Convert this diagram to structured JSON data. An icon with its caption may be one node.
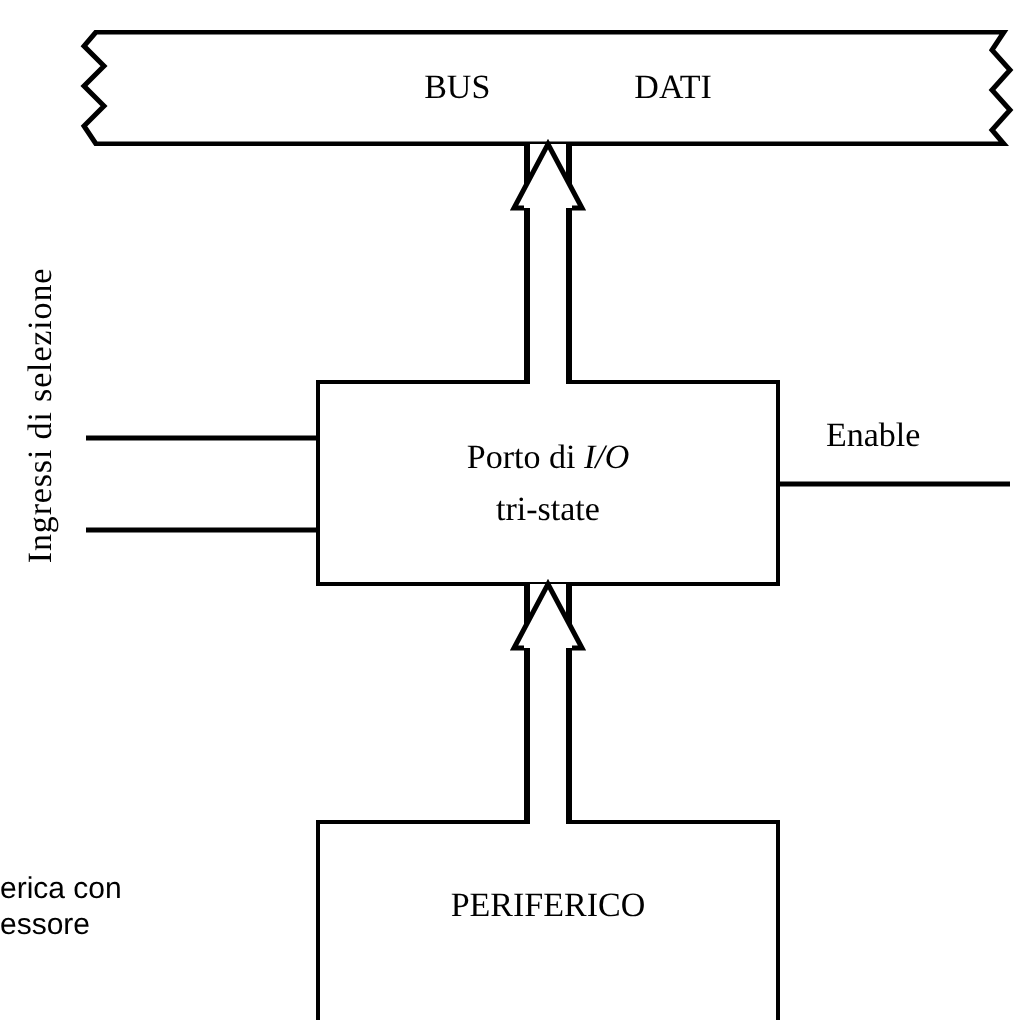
{
  "diagram": {
    "nodes": [
      {
        "text": [
          "BUS",
          "DATI"
        ]
      },
      {
        "text": [
          "Porto di *I/O* tri-state"
        ]
      },
      {
        "text": [
          "PERIFERICO"
        ]
      }
    ],
    "edges": [
      {
        "from": 2,
        "to": 1,
        "arrow": "to",
        "style": "thick"
      },
      {
        "from": 1,
        "to": 0,
        "arrow": "to",
        "style": "thick"
      },
      {
        "from": null,
        "to": 1,
        "arrow": "none"
      },
      {
        "from": null,
        "to": 1,
        "arrow": "none"
      },
      {
        "from": 1,
        "to": null,
        "arrow": "none"
      }
    ],
    "labels": [
      "Ingressi di selezione",
      "Enable",
      "erica con",
      "essore"
    ]
  }
}
